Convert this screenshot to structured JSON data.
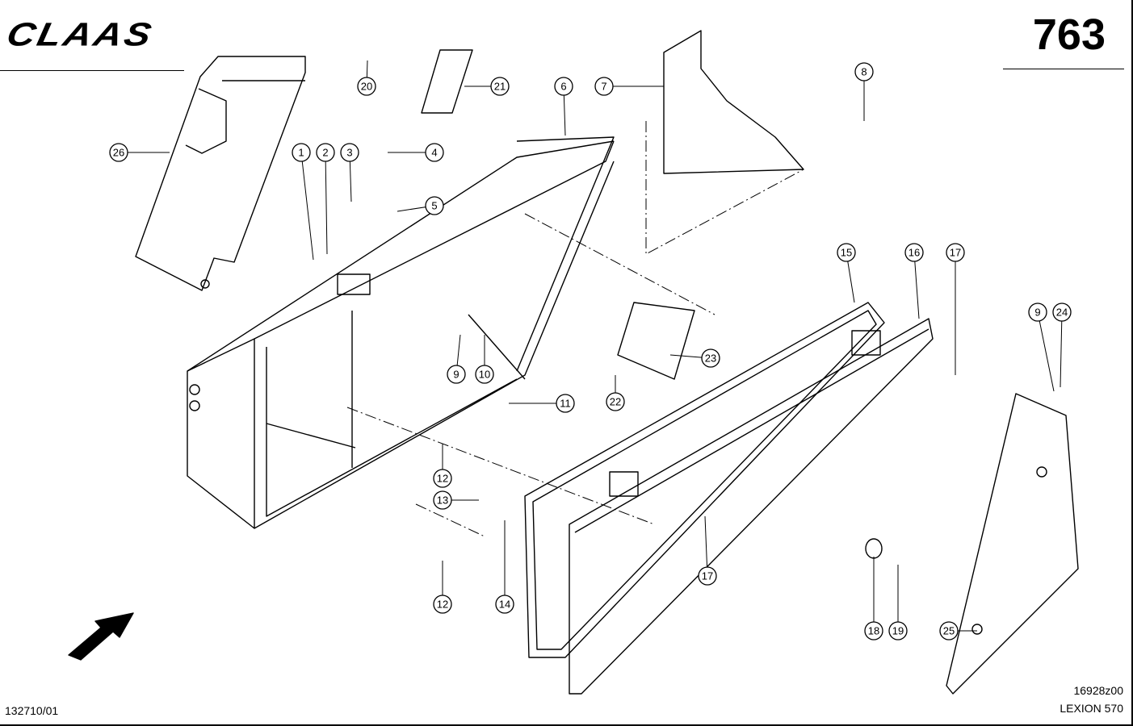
{
  "header": {
    "brand": "CLAAS",
    "page_number": "763"
  },
  "footer": {
    "left_code": "132710/01",
    "drawing_code": "16928z00",
    "model": "LEXION 570"
  },
  "callouts": [
    "1",
    "2",
    "3",
    "4",
    "5",
    "6",
    "7",
    "8",
    "9",
    "10",
    "11",
    "12",
    "13",
    "14",
    "15",
    "16",
    "17",
    "18",
    "19",
    "20",
    "21",
    "22",
    "23",
    "24",
    "25",
    "26"
  ]
}
